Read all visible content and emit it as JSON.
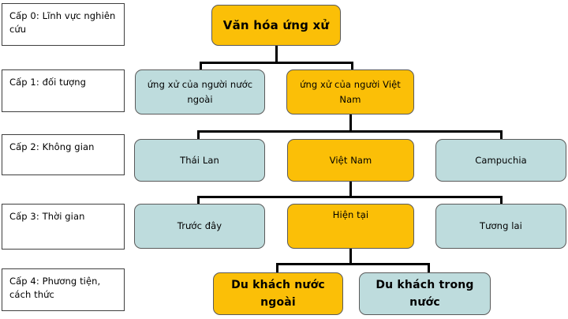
{
  "diagram": {
    "title": "Văn hóa ứng xử",
    "colors": {
      "orange": "#FBBF07",
      "blue": "#BEDCDD",
      "line": "#000000",
      "box_border": "#5A5A5A",
      "label_border": "#3F3F3F",
      "background": "#FFFFFF"
    },
    "level_labels": [
      {
        "id": "level-0",
        "line1": "Cấp 0: Lĩnh vực nghiên",
        "line2": "cứu"
      },
      {
        "id": "level-1",
        "line1": "Cấp 1: đối tượng",
        "line2": ""
      },
      {
        "id": "level-2",
        "line1": "Cấp 2: Không gian",
        "line2": ""
      },
      {
        "id": "level-3",
        "line1": "Cấp 3: Thời gian",
        "line2": ""
      },
      {
        "id": "level-4",
        "line1": "Cấp 4: Phương tiện,",
        "line2": "cách thức"
      }
    ],
    "nodes": {
      "root": {
        "label": "Văn hóa ứng xử",
        "color": "orange"
      },
      "l1_left": {
        "label": "ứng xử của người nước ngoài",
        "color": "blue"
      },
      "l1_right": {
        "label": "ứng xử của người Việt Nam",
        "color": "orange"
      },
      "l2_left": {
        "label": "Thái Lan",
        "color": "blue"
      },
      "l2_mid": {
        "label": "Việt Nam",
        "color": "orange"
      },
      "l2_right": {
        "label": "Campuchia",
        "color": "blue"
      },
      "l3_left": {
        "label": "Trước đây",
        "color": "blue"
      },
      "l3_mid": {
        "label": "Hiện tại",
        "color": "orange"
      },
      "l3_right": {
        "label": "Tương lai",
        "color": "blue"
      },
      "l4_left": {
        "label": "Du khách nước ngoài",
        "color": "orange"
      },
      "l4_right": {
        "label": "Du khách trong nước",
        "color": "blue"
      }
    }
  }
}
